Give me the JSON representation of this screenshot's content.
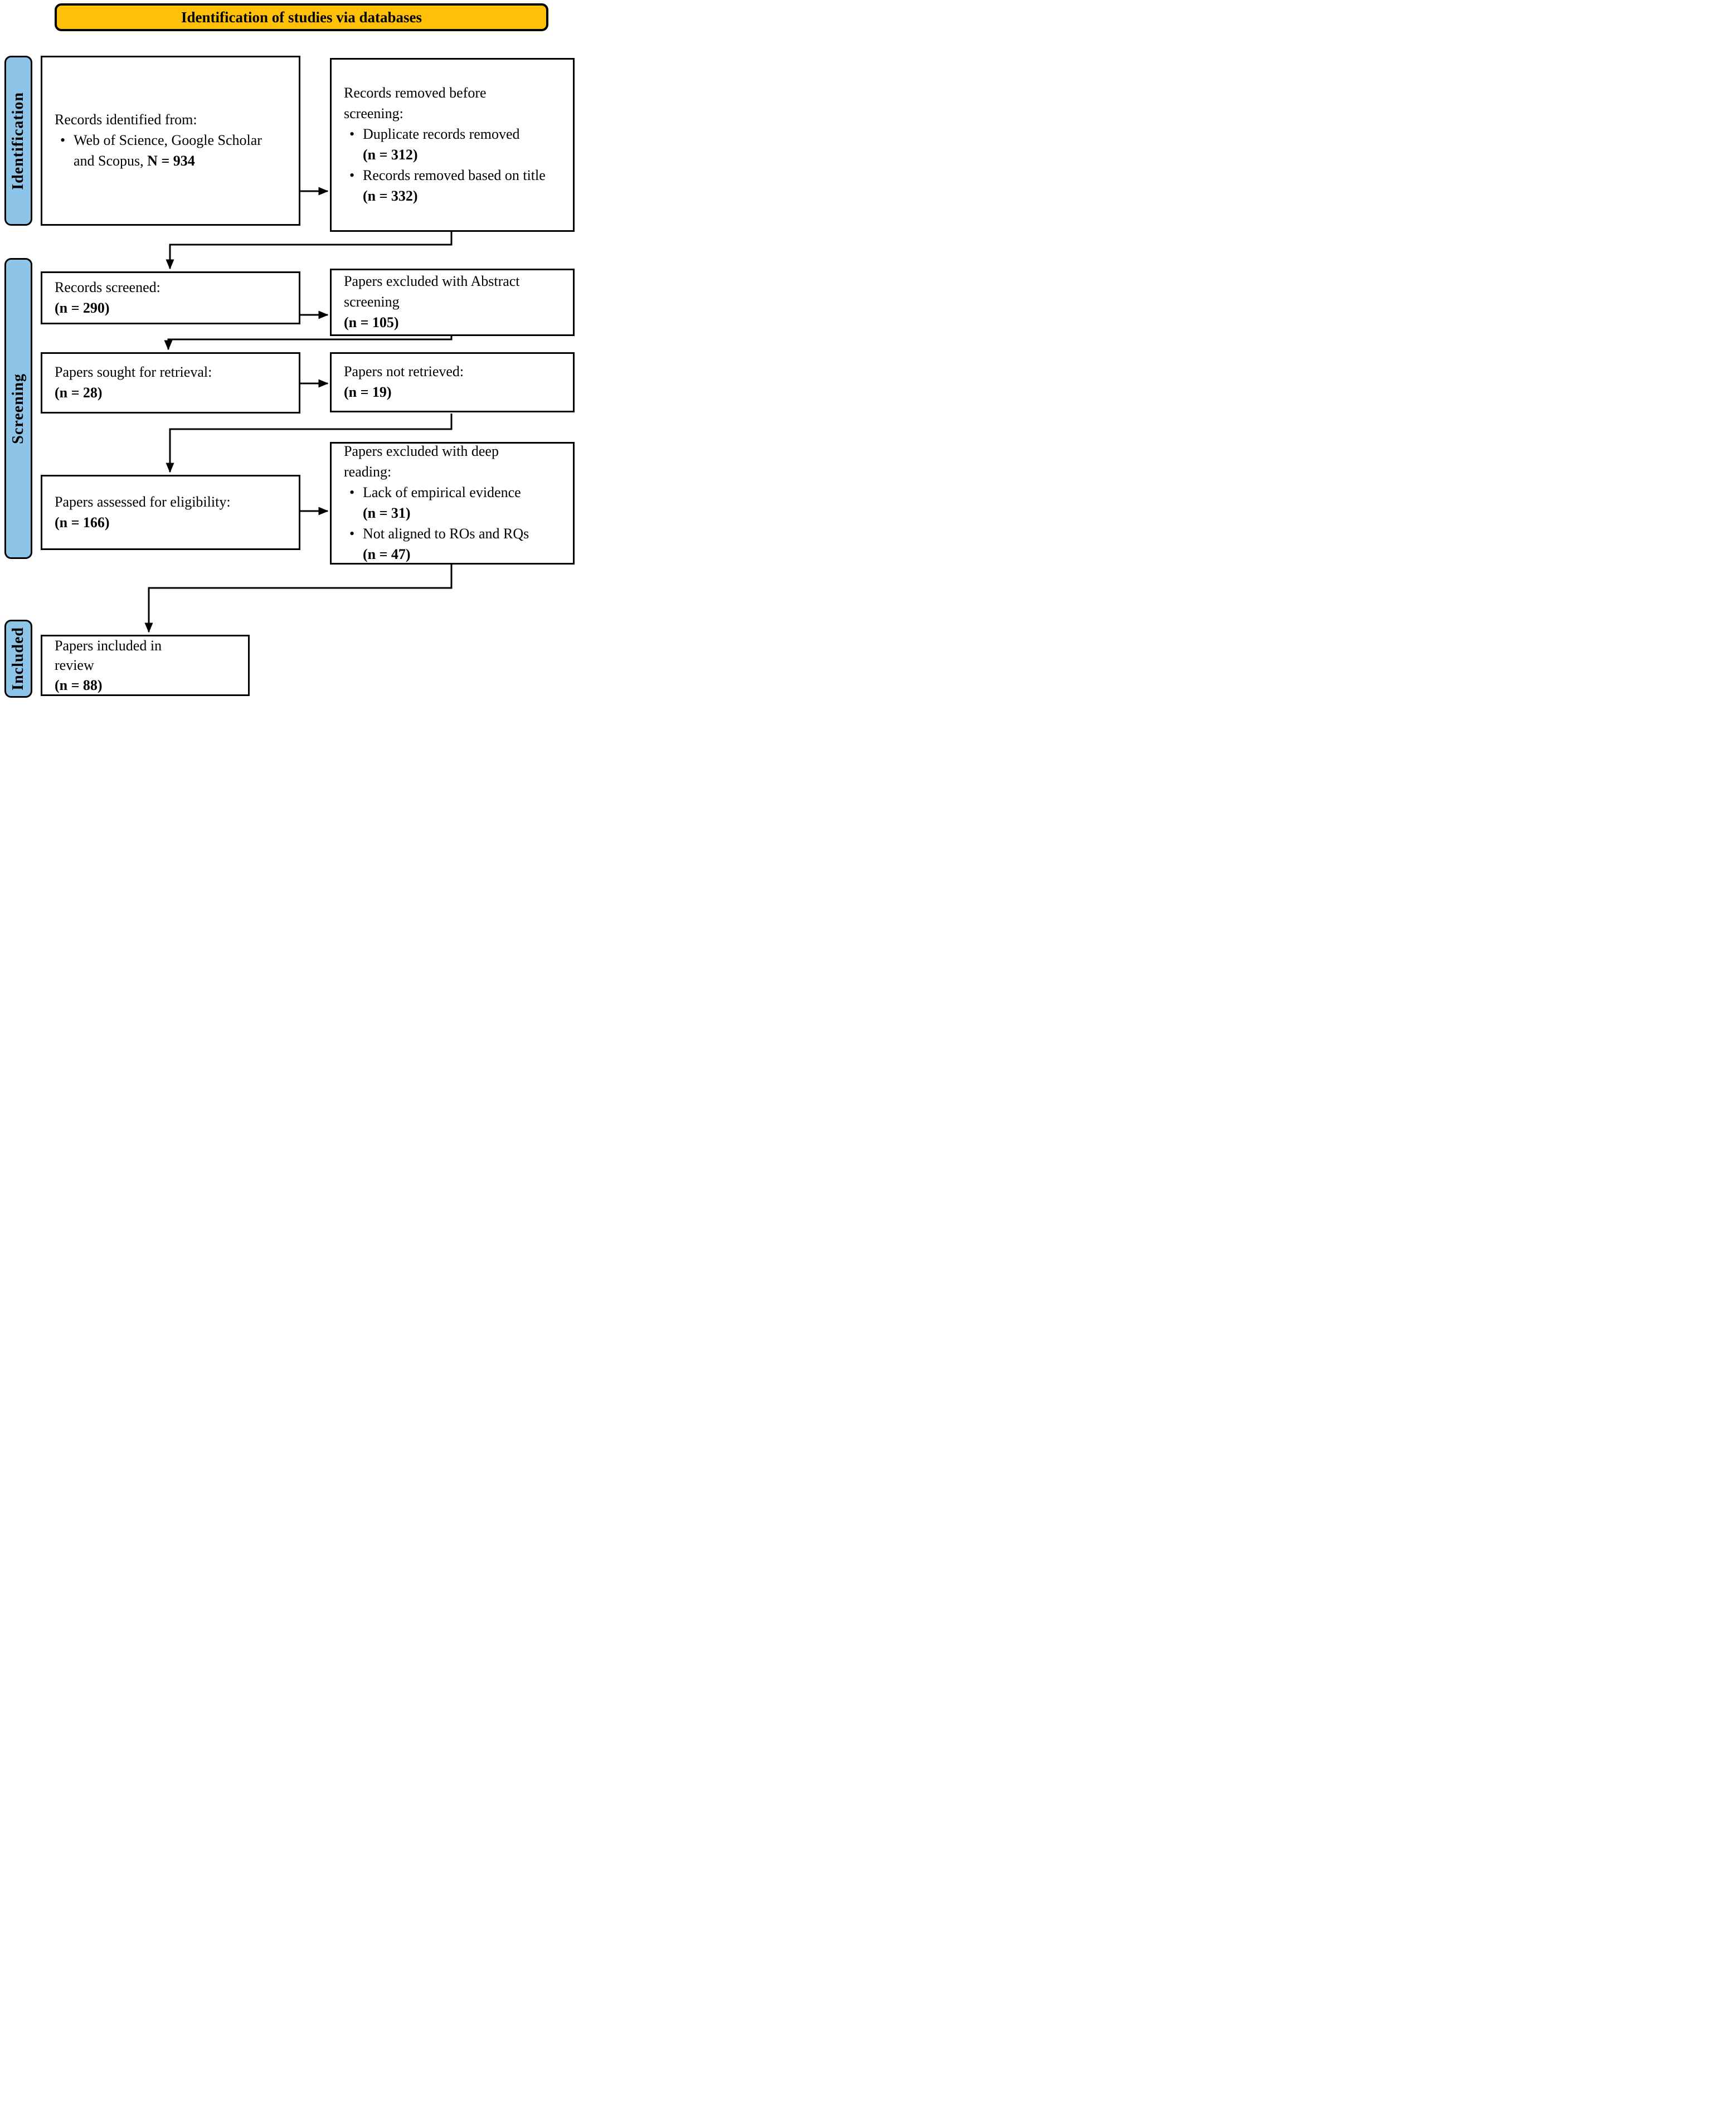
{
  "banner": {
    "title": "Identification of studies via databases"
  },
  "stages": {
    "identification": "Identification",
    "screening": "Screening",
    "included": "Included"
  },
  "boxes": {
    "identified": {
      "title": "Records identified from:",
      "bullet": {
        "text": "Web of Science, Google Scholar and Scopus,",
        "n": "N = 934"
      }
    },
    "removed_before": {
      "title": "Records removed before screening:",
      "bullets": [
        {
          "text": "Duplicate records removed",
          "n": "(n = 312)"
        },
        {
          "text": "Records removed based on title",
          "n": "(n = 332)"
        }
      ]
    },
    "screened": {
      "title": "Records screened:",
      "n": "(n = 290)"
    },
    "excluded_abstract": {
      "title": "Papers excluded with Abstract screening",
      "n": "(n = 105)"
    },
    "sought": {
      "title": "Papers sought for retrieval:",
      "n": "(n = 28)"
    },
    "not_retrieved": {
      "title": "Papers not retrieved:",
      "n": "(n = 19)"
    },
    "assessed": {
      "title": "Papers assessed for eligibility:",
      "n": "(n = 166)"
    },
    "excluded_deep": {
      "title": "Papers excluded with deep reading:",
      "bullets": [
        {
          "text": "Lack of empirical evidence",
          "n": "(n = 31)"
        },
        {
          "text": "Not aligned to ROs and RQs",
          "n": "(n = 47)"
        }
      ]
    },
    "included_review": {
      "title": "Papers included in review",
      "n": "(n = 88)"
    }
  },
  "colors": {
    "banner_bg": "#FFC107",
    "stage_bg": "#8EC4E8",
    "box_bg": "#FFFFFF",
    "line": "#000000"
  }
}
